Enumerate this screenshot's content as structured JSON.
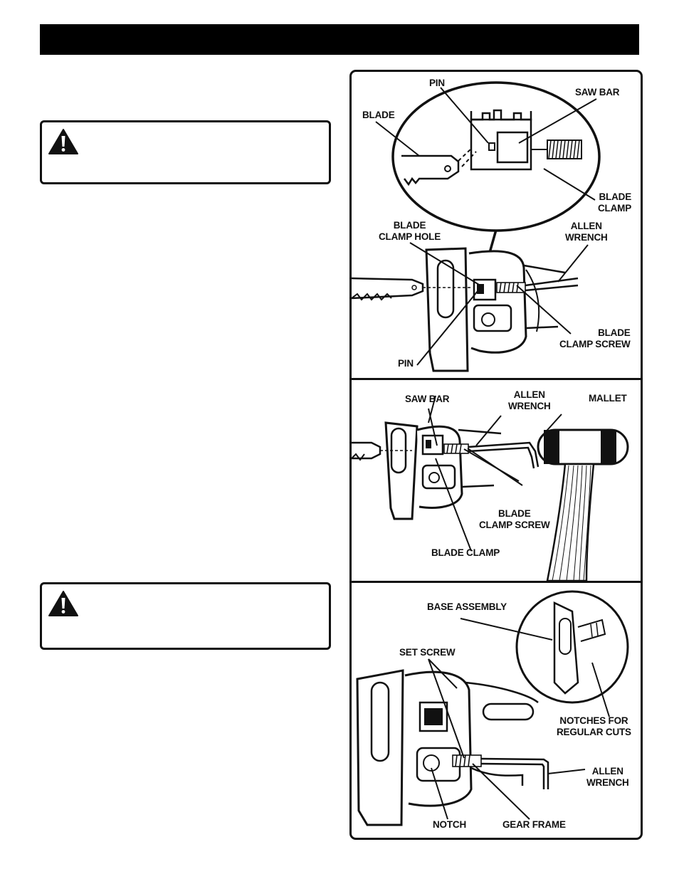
{
  "figure_top": {
    "labels": {
      "pin_top": "PIN",
      "saw_bar": "SAW BAR",
      "blade": "BLADE",
      "blade_clamp": [
        "BLADE",
        "CLAMP"
      ],
      "blade_clamp_hole": [
        "BLADE",
        "CLAMP HOLE"
      ],
      "allen_wrench": [
        "ALLEN",
        "WRENCH"
      ],
      "blade_clamp_screw": [
        "BLADE",
        "CLAMP SCREW"
      ],
      "pin_bottom": "PIN"
    }
  },
  "figure_middle": {
    "labels": {
      "saw_bar": "SAW BAR",
      "allen_wrench": [
        "ALLEN",
        "WRENCH"
      ],
      "mallet": "MALLET",
      "blade_clamp_screw": [
        "BLADE",
        "CLAMP SCREW"
      ],
      "blade_clamp": "BLADE CLAMP"
    }
  },
  "figure_bottom": {
    "labels": {
      "base_assembly": "BASE ASSEMBLY",
      "set_screw": "SET SCREW",
      "notches": [
        "NOTCHES FOR",
        "REGULAR CUTS"
      ],
      "allen_wrench": [
        "ALLEN",
        "WRENCH"
      ],
      "notch": "NOTCH",
      "gear_frame": "GEAR FRAME"
    }
  },
  "icons": {
    "warning": "warning-triangle-icon"
  }
}
